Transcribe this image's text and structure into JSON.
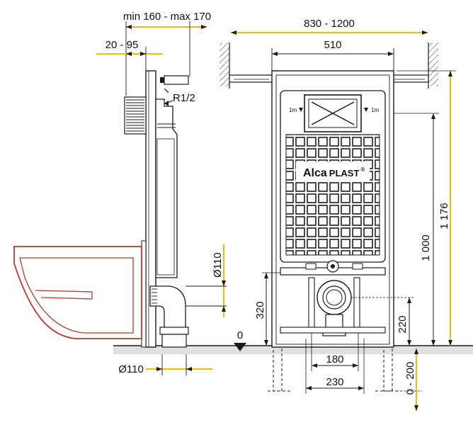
{
  "dimensions": {
    "min_max_depth": "min 160 - max 170",
    "depth_range": "20 - 95",
    "frame_width_range": "830 - 1200",
    "frame_width": "510",
    "water_inlet": "R1/2",
    "height_total": "1 176",
    "height_frame": "1 000",
    "drain_diameter_side": "Ø110",
    "drain_diameter_bottom": "Ø110",
    "drain_height": "320",
    "floor_zero": "0",
    "bolt_height": "220",
    "bolt_spacing": "180",
    "foot_spacing": "230",
    "foot_extension": "0 - 200"
  },
  "button_labels": {
    "left": "1m",
    "right": "1m"
  },
  "brand": {
    "name_bold": "Alca",
    "name_regular": "PLAST",
    "mark": "®"
  },
  "colors": {
    "dimension_arrow": "#f0c000",
    "bowl_outline": "#c0392b",
    "line": "#1a1a1a",
    "floor_fill": "#e0e0e0",
    "background": "#ffffff"
  }
}
